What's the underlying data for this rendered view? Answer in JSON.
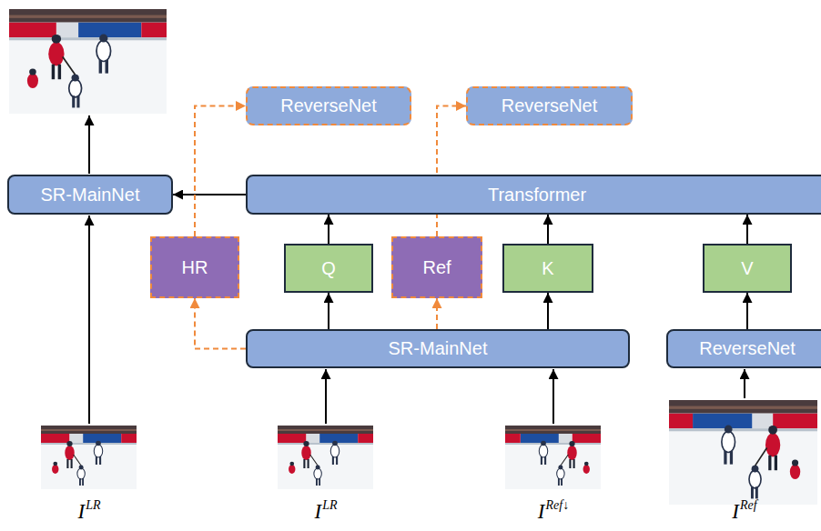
{
  "diagram": {
    "nodes": [
      {
        "text": [
          "ReverseNet"
        ]
      },
      {
        "text": [
          "ReverseNet"
        ]
      },
      {
        "text": [
          "SR-MainNet"
        ]
      },
      {
        "text": [
          "Transformer"
        ]
      },
      {
        "text": [
          "HR"
        ]
      },
      {
        "text": [
          "Q"
        ]
      },
      {
        "text": [
          "Ref"
        ]
      },
      {
        "text": [
          "K"
        ]
      },
      {
        "text": [
          "V"
        ]
      },
      {
        "text": [
          "SR-MainNet"
        ]
      },
      {
        "text": [
          "ReverseNet"
        ]
      }
    ],
    "edges": [
      {
        "from": 3,
        "to": 2,
        "arrow": "to"
      },
      {
        "from": 5,
        "to": 3,
        "arrow": "to"
      },
      {
        "from": 7,
        "to": 3,
        "arrow": "to"
      },
      {
        "from": 8,
        "to": 3,
        "arrow": "to"
      },
      {
        "from": 9,
        "to": 5,
        "arrow": "to"
      },
      {
        "from": 9,
        "to": 7,
        "arrow": "to"
      },
      {
        "from": 10,
        "to": 8,
        "arrow": "to"
      },
      {
        "from": 9,
        "to": 4,
        "arrow": "to"
      },
      {
        "from": 4,
        "to": 0,
        "arrow": "to"
      },
      {
        "from": 9,
        "to": 6,
        "arrow": "to"
      },
      {
        "from": 6,
        "to": 1,
        "arrow": "to"
      }
    ],
    "labels": [
      "I",
      "LR",
      "I",
      "LR",
      "I",
      "Ref↓",
      "I",
      "Ref"
    ]
  }
}
